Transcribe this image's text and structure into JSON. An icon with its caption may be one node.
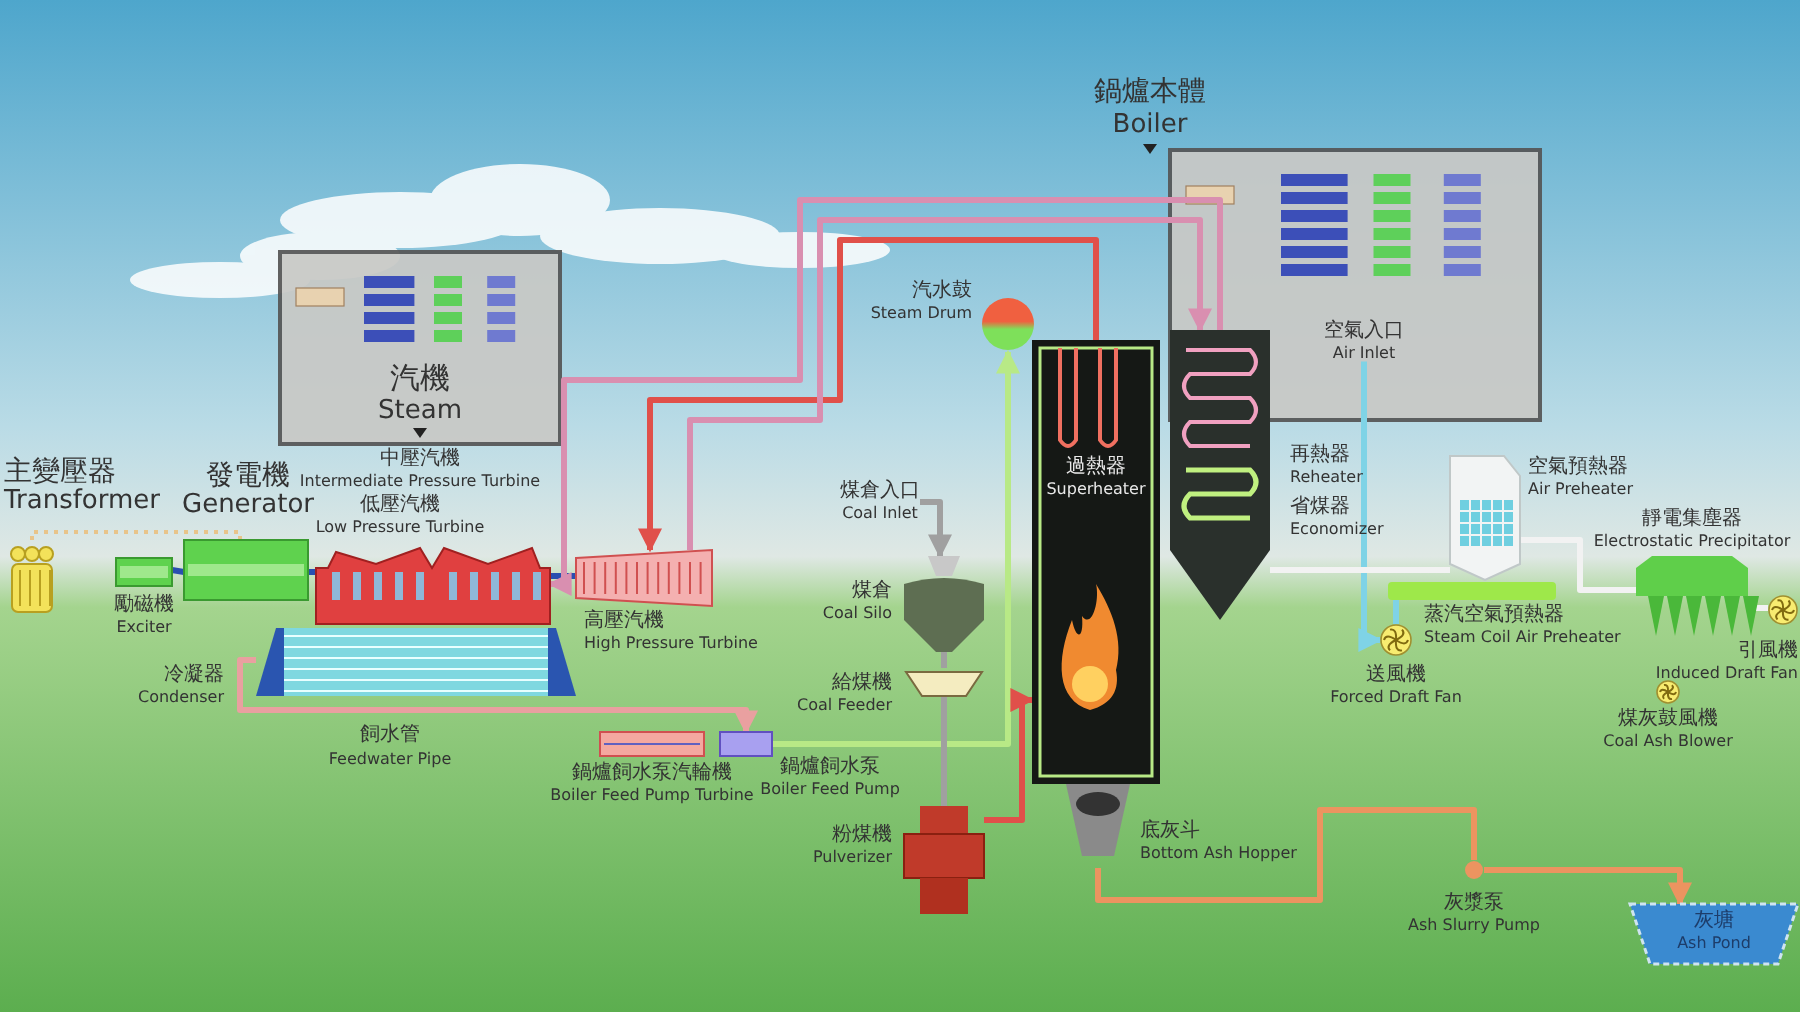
{
  "diagram": {
    "nodes": [
      {
        "text": [
          "主變壓器",
          "Transformer"
        ]
      },
      {
        "text": [
          "勵磁機",
          "Exciter"
        ]
      },
      {
        "text": [
          "發電機",
          "Generator"
        ]
      },
      {
        "text": [
          "低壓汽機",
          "Low Pressure Turbine"
        ]
      },
      {
        "text": [
          "高壓汽機",
          "High Pressure Turbine"
        ]
      },
      {
        "text": [
          "冷凝器",
          "Condenser"
        ]
      },
      {
        "text": [
          "鍋爐飼水泵汽輪機",
          "Boiler Feed Pump Turbine"
        ]
      },
      {
        "text": [
          "鍋爐飼水泵",
          "Boiler Feed Pump"
        ]
      },
      {
        "text": [
          "煤倉入口",
          "Coal Inlet"
        ]
      },
      {
        "text": [
          "煤倉",
          "Coal Silo"
        ]
      },
      {
        "text": [
          "給煤機",
          "Coal Feeder"
        ]
      },
      {
        "text": [
          "粉煤機",
          "Pulverizer"
        ]
      },
      {
        "text": [
          "汽水鼓",
          "Steam Drum"
        ]
      },
      {
        "text": [
          "過熱器",
          "Superheater"
        ]
      },
      {
        "text": [
          "底灰斗",
          "Bottom Ash Hopper"
        ]
      },
      {
        "text": [
          "再熱器",
          "Reheater",
          "省煤器",
          "Economizer"
        ]
      },
      {
        "text": [
          "空氣入口",
          "Air Inlet"
        ]
      },
      {
        "text": [
          "空氣預熱器",
          "Air Preheater"
        ]
      },
      {
        "text": [
          "蒸汽空氣預熱器",
          "Steam Coil Air Preheater"
        ]
      },
      {
        "text": [
          "送風機",
          "Forced Draft Fan"
        ]
      },
      {
        "text": [
          "靜電集塵器",
          "Electrostatic Precipitator"
        ]
      },
      {
        "text": [
          "煤灰鼓風機",
          "Coal Ash Blower"
        ]
      },
      {
        "text": [
          "引風機",
          "Induced Draft Fan"
        ]
      },
      {
        "text": [
          "灰漿泵",
          "Ash Slurry Pump"
        ]
      },
      {
        "text": [
          "灰塘",
          "Ash Pond"
        ]
      }
    ],
    "edges": [
      {
        "from": 2,
        "to": 0,
        "arrow": "none",
        "style": "dashed",
        "color": "#e8c48a"
      },
      {
        "from": 1,
        "to": 2,
        "arrow": "none",
        "color": "#2a4fb0"
      },
      {
        "from": 2,
        "to": 3,
        "arrow": "none",
        "color": "#2a4fb0"
      },
      {
        "from": 3,
        "to": 4,
        "arrow": "none",
        "color": "#2a4fb0"
      },
      {
        "from": 13,
        "to": 4,
        "arrow": "to",
        "color": "#e0504a"
      },
      {
        "from": 15,
        "to": 3,
        "arrow": "to",
        "color": "#d98fb0"
      },
      {
        "from": 4,
        "to": 15,
        "arrow": "to",
        "color": "#d98fb0"
      },
      {
        "from": 5,
        "to": 7,
        "arrow": "to",
        "color": "#e9a0a0"
      },
      {
        "from": 7,
        "to": 12,
        "arrow": "to",
        "color": "#b8e986"
      },
      {
        "from": 8,
        "to": 9,
        "arrow": "to",
        "color": "#a0a0a0"
      },
      {
        "from": 9,
        "to": 10,
        "arrow": "none",
        "color": "#a0a0a0"
      },
      {
        "from": 10,
        "to": 11,
        "arrow": "none",
        "color": "#a0a0a0"
      },
      {
        "from": 11,
        "to": 13,
        "arrow": "to",
        "color": "#e0504a"
      },
      {
        "from": 16,
        "to": 19,
        "arrow": "to",
        "color": "#7fd3e6"
      },
      {
        "from": 19,
        "to": 18,
        "arrow": "none",
        "color": "#7fd3e6"
      },
      {
        "from": 15,
        "to": 17,
        "arrow": "none",
        "color": "#f2f2f2"
      },
      {
        "from": 17,
        "to": 20,
        "arrow": "none",
        "color": "#f2f2f2"
      },
      {
        "from": 20,
        "to": 22,
        "arrow": "none",
        "color": "#f2f2f2"
      },
      {
        "from": 14,
        "to": 23,
        "arrow": "none",
        "color": "#ec9460"
      },
      {
        "from": 23,
        "to": 24,
        "arrow": "to",
        "color": "#ec9460"
      }
    ],
    "labels": [
      "汽機",
      "Steam",
      "中壓汽機",
      "Intermediate Pressure Turbine",
      "飼水管",
      "Feedwater Pipe",
      "鍋爐本體",
      "Boiler"
    ]
  }
}
